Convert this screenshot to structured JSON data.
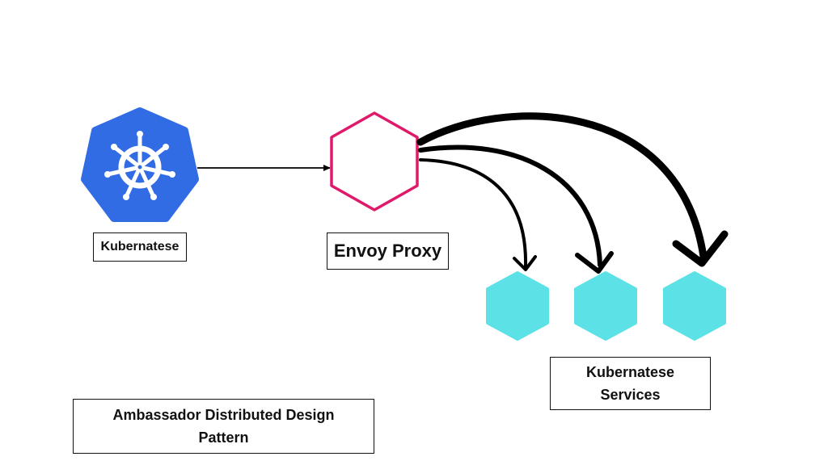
{
  "diagram": {
    "kubernetes_node": {
      "label": "Kubernatese",
      "color": "#326CE5"
    },
    "envoy_node": {
      "label": "Envoy Proxy",
      "stroke_color": "#E0196A"
    },
    "services": {
      "label_line1": "Kubernatese",
      "label_line2": "Services",
      "color": "#5CE1E6",
      "count": 3
    },
    "pattern_caption": {
      "line1": "Ambassador Distributed Design",
      "line2": "Pattern"
    },
    "arrow_color": "#000000"
  }
}
